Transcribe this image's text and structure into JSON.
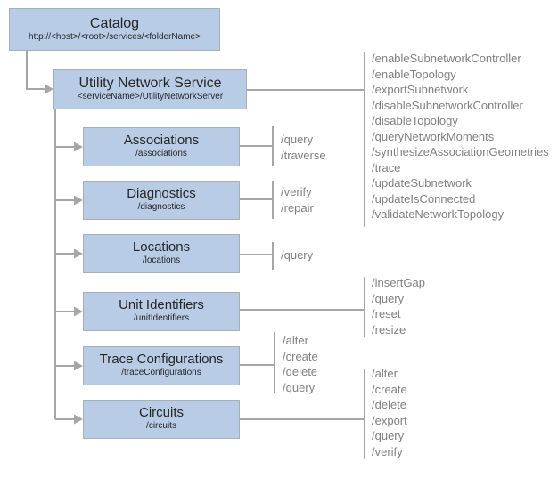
{
  "colors": {
    "node_fill": "#b9cce6",
    "node_border": "#a8aeb6",
    "connector": "#a6a6a6",
    "node_text": "#262626",
    "operation_text": "#808080",
    "background": "#ffffff"
  },
  "nodes": {
    "catalog": {
      "title": "Catalog",
      "subtitle": "http://<host>/<root>/services/<folderName>"
    },
    "utility_network_service": {
      "title": "Utility Network Service",
      "subtitle": "<serviceName>/UtilityNetworkServer"
    },
    "associations": {
      "title": "Associations",
      "subtitle": "/associations"
    },
    "diagnostics": {
      "title": "Diagnostics",
      "subtitle": "/diagnostics"
    },
    "locations": {
      "title": "Locations",
      "subtitle": "/locations"
    },
    "unit_identifiers": {
      "title": "Unit Identifiers",
      "subtitle": "/unitIdentifiers"
    },
    "trace_configurations": {
      "title": "Trace Configurations",
      "subtitle": "/traceConfigurations"
    },
    "circuits": {
      "title": "Circuits",
      "subtitle": "/circuits"
    }
  },
  "operations": {
    "utility_network_service": [
      "/enableSubnetworkController",
      "/enableTopology",
      "/exportSubnetwork",
      "/disableSubnetworkController",
      "/disableTopology",
      "/queryNetworkMoments",
      "/synthesizeAssociationGeometries",
      "/trace",
      "/updateSubnetwork",
      "/updateIsConnected",
      "/validateNetworkTopology"
    ],
    "associations": [
      "/query",
      "/traverse"
    ],
    "diagnostics": [
      "/verify",
      "/repair"
    ],
    "locations": [
      "/query"
    ],
    "unit_identifiers": [
      "/insertGap",
      "/query",
      "/reset",
      "/resize"
    ],
    "trace_configurations": [
      "/alter",
      "/create",
      "/delete",
      "/query"
    ],
    "circuits": [
      "/alter",
      "/create",
      "/delete",
      "/export",
      "/query",
      "/verify"
    ]
  }
}
